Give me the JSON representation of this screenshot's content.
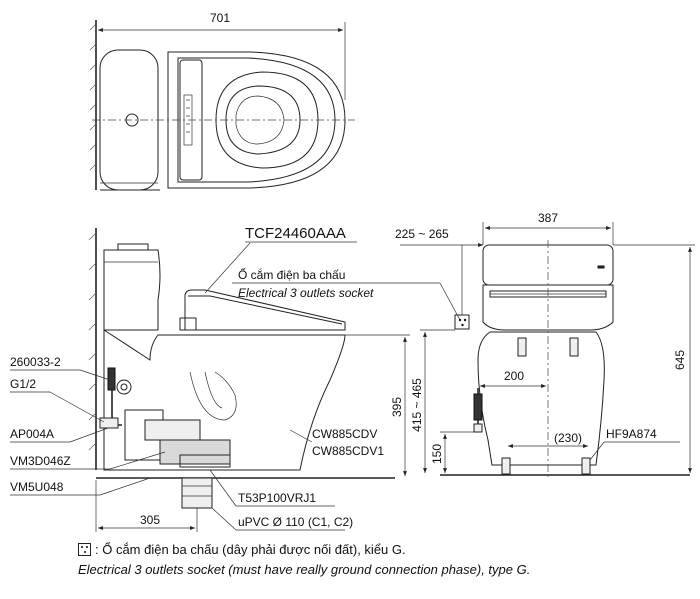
{
  "top_view": {
    "width_dim": "701"
  },
  "side_view": {
    "model": "TCF24460AAA",
    "socket_vi": "Ổ cắm điện ba chấu",
    "socket_en": "Electrical 3 outlets socket",
    "labels": {
      "hose": "260033-2",
      "thread": "G1/2",
      "valve": "AP004A",
      "flange": "VM3D046Z",
      "floor_part": "VM5U048",
      "bowl_a": "CW885CDV",
      "bowl_b": "CW885CDV1",
      "adapter": "T53P100VRJ1",
      "pipe": "uPVC Ø 110 (C1, C2)"
    },
    "dims": {
      "height_seat": "395",
      "rough_in": "305"
    }
  },
  "front_view": {
    "width_dim": "387",
    "socket_range": "225 ~ 265",
    "total_height": "645",
    "socket_height": "415 ~ 465",
    "supply_offset": "200",
    "supply_height": "150",
    "bolt_spacing": "(230)",
    "bolt_part": "HF9A874"
  },
  "legend": {
    "line1": ": Ổ cắm điện ba chấu (dây phải được nối đất), kiểu G.",
    "line2": "Electrical 3 outlets socket (must have really ground connection phase), type G."
  }
}
